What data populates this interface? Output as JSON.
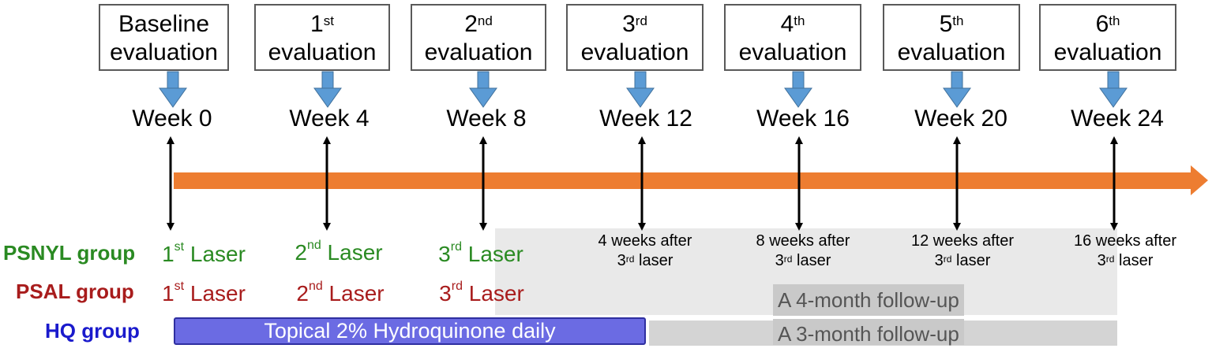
{
  "evaluations": [
    {
      "line1": "Baseline",
      "ord": "",
      "sup": "",
      "line2": "evaluation",
      "week": "Week 0"
    },
    {
      "line1": "",
      "ord": "1",
      "sup": "st",
      "line2": "evaluation",
      "week": "Week 4"
    },
    {
      "line1": "",
      "ord": "2",
      "sup": "nd",
      "line2": "evaluation",
      "week": "Week 8"
    },
    {
      "line1": "",
      "ord": "3",
      "sup": "rd",
      "line2": "evaluation",
      "week": "Week 12"
    },
    {
      "line1": "",
      "ord": "4",
      "sup": "th",
      "line2": "evaluation",
      "week": "Week 16"
    },
    {
      "line1": "",
      "ord": "5",
      "sup": "th",
      "line2": "evaluation",
      "week": "Week 20"
    },
    {
      "line1": "",
      "ord": "6",
      "sup": "th",
      "line2": "evaluation",
      "week": "Week 24"
    }
  ],
  "groups": {
    "psnyl": "PSNYL group",
    "psal": "PSAL group",
    "hq": "HQ group"
  },
  "lasers": [
    {
      "ord": "1",
      "sup": "st",
      "text": "Laser"
    },
    {
      "ord": "2",
      "sup": "nd",
      "text": "Laser"
    },
    {
      "ord": "3",
      "sup": "rd",
      "text": "Laser"
    }
  ],
  "after_laser": [
    {
      "line1": "4 weeks after",
      "ord": "3",
      "sup": "rd",
      "line2": "laser"
    },
    {
      "line1": "8 weeks after",
      "ord": "3",
      "sup": "rd",
      "line2": "laser"
    },
    {
      "line1": "12 weeks after",
      "ord": "3",
      "sup": "rd",
      "line2": "laser"
    },
    {
      "line1": "16 weeks after",
      "ord": "3",
      "sup": "rd",
      "line2": "laser"
    }
  ],
  "followups": {
    "four_month": "A 4-month follow-up",
    "three_month": "A 3-month follow-up"
  },
  "hq_treatment": "Topical 2% Hydroquinone daily",
  "colors": {
    "timeline": "#ed7d31",
    "down_arrow": "#5b9bd5",
    "psnyl": "#2a8a22",
    "psal": "#a81c1c",
    "hq_label": "#1a1acc",
    "hq_bar": "#6b6be3"
  }
}
